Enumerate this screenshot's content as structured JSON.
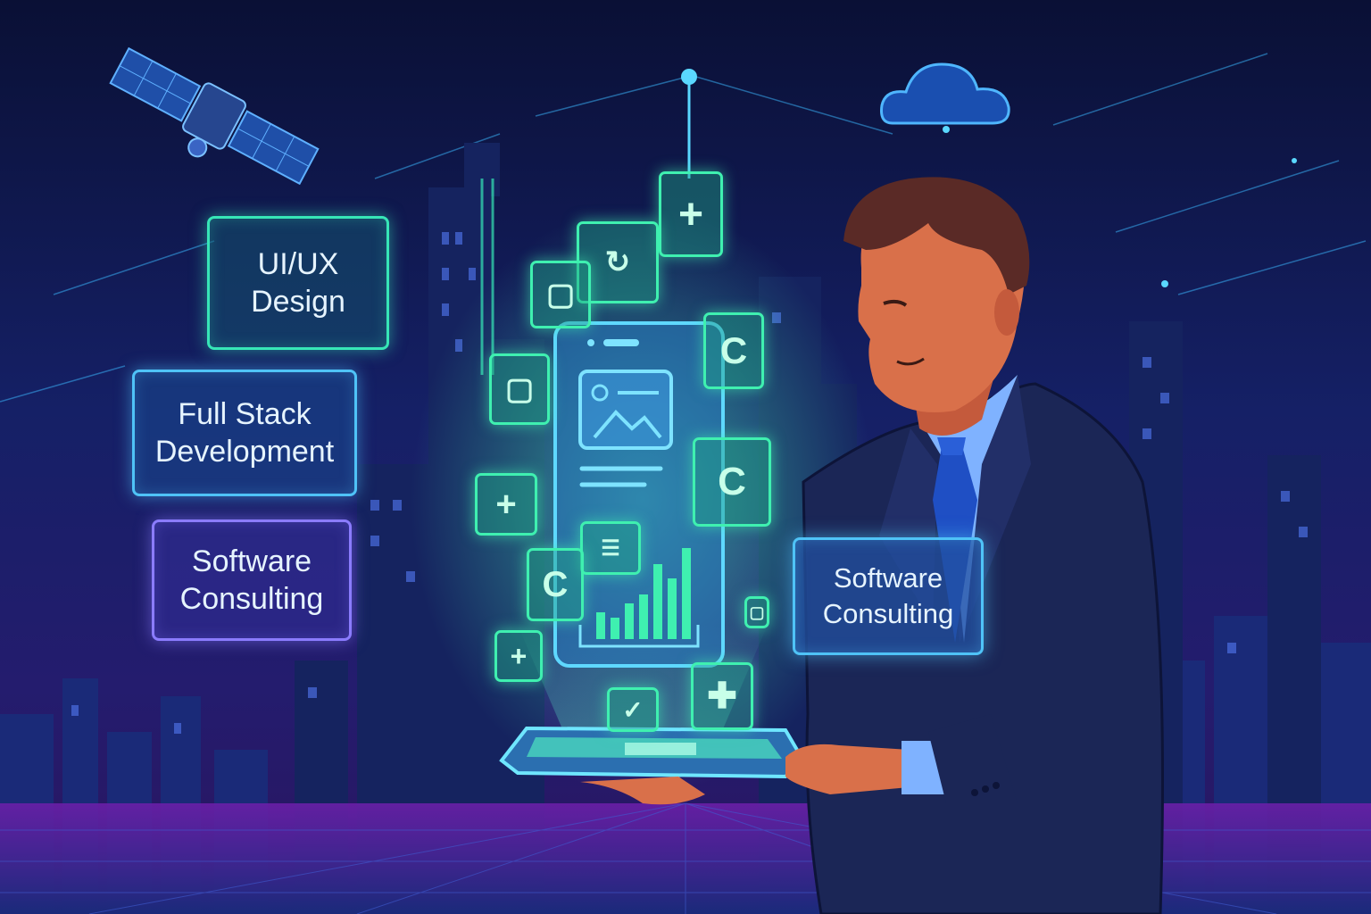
{
  "labels": {
    "ui_ux_design": [
      "UI/UX",
      "Design"
    ],
    "full_stack": [
      "Full Stack",
      "Development"
    ],
    "software_consulting_left": [
      "Software",
      "Consulting"
    ],
    "software_consulting_right": [
      "Software",
      "Consulting"
    ]
  },
  "colors": {
    "sky_top": "#0a1035",
    "sky_bottom": "#2a1560",
    "neon_green": "#37e6b7",
    "neon_blue": "#4fc3f7",
    "neon_violet": "#8b7cff",
    "suit": "#1b2656",
    "skin": "#d9704a"
  },
  "icons": [
    "satellite-icon",
    "cloud-icon",
    "plus-icon",
    "square-icon",
    "c-icon",
    "image-icon",
    "bar-chart-icon",
    "check-icon"
  ]
}
